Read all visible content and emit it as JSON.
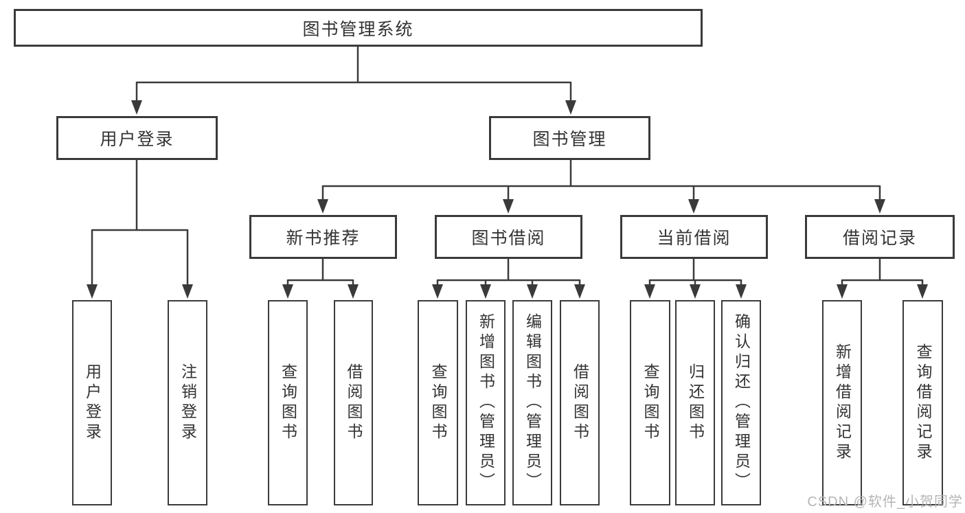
{
  "colors": {
    "line": "#3a3a3a",
    "border": "#3a3a3a",
    "text": "#333333",
    "background": "#ffffff",
    "watermark": "#b5b5b5"
  },
  "watermark": {
    "text": "CSDN @软件_小贺同学"
  },
  "diagram": {
    "root": {
      "label": "图书管理系统",
      "children": [
        {
          "label": "用户登录",
          "children": [
            {
              "label": "用户登录"
            },
            {
              "label": "注销登录"
            }
          ]
        },
        {
          "label": "图书管理",
          "children": [
            {
              "label": "新书推荐",
              "children": [
                {
                  "label": "查询图书"
                },
                {
                  "label": "借阅图书"
                }
              ]
            },
            {
              "label": "图书借阅",
              "children": [
                {
                  "label": "查询图书"
                },
                {
                  "label": "新增图书（管理员）"
                },
                {
                  "label": "编辑图书（管理员）"
                },
                {
                  "label": "借阅图书"
                }
              ]
            },
            {
              "label": "当前借阅",
              "children": [
                {
                  "label": "查询图书"
                },
                {
                  "label": "归还图书"
                },
                {
                  "label": "确认归还（管理员）"
                }
              ]
            },
            {
              "label": "借阅记录",
              "children": [
                {
                  "label": "新增借阅记录"
                },
                {
                  "label": "查询借阅记录"
                }
              ]
            }
          ]
        }
      ]
    }
  }
}
